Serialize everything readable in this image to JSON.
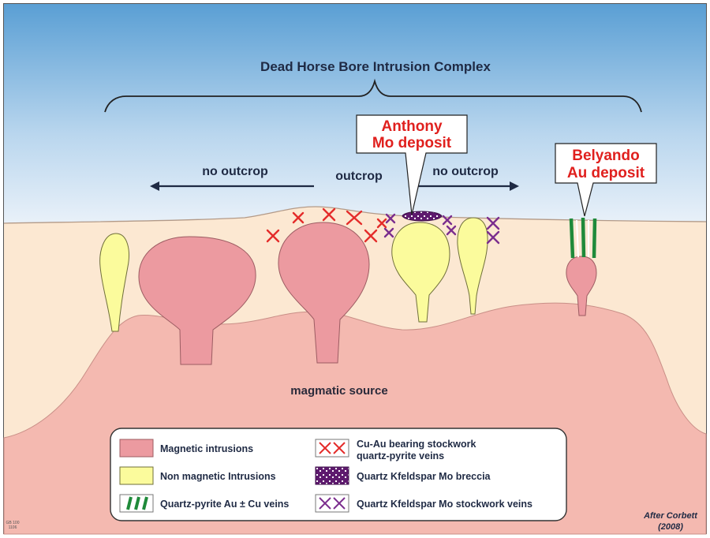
{
  "title": "Dead Horse Bore Intrusion Complex",
  "labels": {
    "no_outcrop_left": "no outcrop",
    "outcrop": "outcrop",
    "no_outcrop_right": "no outcrop",
    "magmatic_source": "magmatic source"
  },
  "callouts": {
    "anthony": {
      "line1": "Anthony",
      "line2": "Mo deposit"
    },
    "belyando": {
      "line1": "Belyando",
      "line2": "Au deposit"
    }
  },
  "legend": {
    "magnetic": "Magnetic intrusions",
    "non_magnetic": "Non magnetic Intrusions",
    "quartz_pyrite_prefix": "Quartz-pyrite Au ",
    "quartz_pyrite_symbol": "±",
    "quartz_pyrite_suffix": " Cu veins",
    "cu_au_line1": "Cu-Au bearing stockwork",
    "cu_au_line2": "quartz-pyrite veins",
    "breccia": "Quartz Kfeldspar Mo breccia",
    "mo_veins": "Quartz Kfeldspar Mo stockwork veins"
  },
  "credit": {
    "line1": "After Corbett",
    "line2": "(2008)"
  },
  "corner_code": {
    "line1": "GB 100",
    "line2": "1106"
  },
  "colors": {
    "sky_top": "#5a9fd4",
    "sky_bottom": "#eef4fa",
    "host_rock": "#fce8d2",
    "magmatic": "#f4b9b0",
    "magnetic_intrusion": "#ec9aa0",
    "non_magnetic_intrusion": "#fbfb9c",
    "cu_au_veins": "#e42c2a",
    "mo_veins": "#7b2d8e",
    "breccia": "#5e1a6e",
    "au_veins": "#1f8a3a",
    "callout_text": "#e0201e"
  }
}
